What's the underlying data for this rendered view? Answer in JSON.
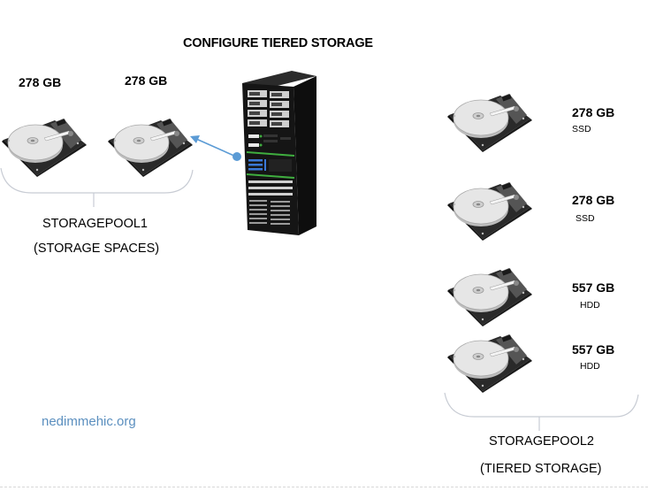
{
  "diagram": {
    "title": "CONFIGURE TIERED STORAGE",
    "watermark": "nedimmehic.org",
    "colors": {
      "arrow": "#5b9bd5",
      "bracket": "#c8ccd4",
      "watermark": "#5b8fbf",
      "server_green": "#3fae3f",
      "server_blue": "#3a78d6"
    },
    "pool1": {
      "name": "STORAGEPOOL1",
      "subtitle": "(STORAGE SPACES)",
      "disks": [
        {
          "capacity": "278 GB"
        },
        {
          "capacity": "278 GB"
        }
      ]
    },
    "pool2": {
      "name": "STORAGEPOOL2",
      "subtitle": "(TIERED STORAGE)",
      "disks": [
        {
          "capacity": "278 GB",
          "type": "SSD"
        },
        {
          "capacity": "278 GB",
          "type": "SSD"
        },
        {
          "capacity": "557 GB",
          "type": "HDD"
        },
        {
          "capacity": "557 GB",
          "type": "HDD"
        }
      ]
    },
    "server": {
      "icon": "server-rack-icon"
    },
    "connector": {
      "from": "server",
      "to": "pool1",
      "icon": "arrow-icon"
    }
  }
}
